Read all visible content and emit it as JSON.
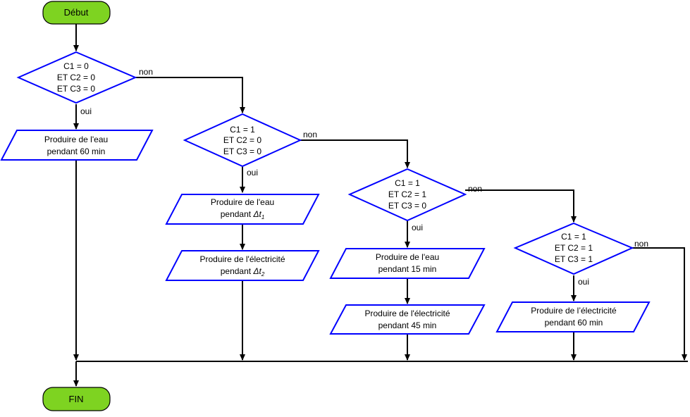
{
  "start": {
    "label": "Début"
  },
  "end": {
    "label": "FIN"
  },
  "decisions": [
    {
      "lines": [
        "C1 = 0",
        "ET C2 = 0",
        "ET C3 = 0"
      ],
      "yes_label": "oui",
      "no_label": "non"
    },
    {
      "lines": [
        "C1 = 1",
        "ET C2 = 0",
        "ET C3 = 0"
      ],
      "yes_label": "oui",
      "no_label": "non"
    },
    {
      "lines": [
        "C1 = 1",
        "ET C2 = 1",
        "ET C3 = 0"
      ],
      "yes_label": "oui",
      "no_label": "non"
    },
    {
      "lines": [
        "C1 = 1",
        "ET C2 = 1",
        "ET C3 = 1"
      ],
      "yes_label": "oui",
      "no_label": "non"
    }
  ],
  "actions": [
    {
      "line1": "Produire de l'eau",
      "line2_prefix": "pendant 60 min",
      "delta_sub": ""
    },
    {
      "line1": "Produire de l'eau",
      "line2_prefix": "pendant ",
      "delta_sub": "1"
    },
    {
      "line1": "Produire de l'électricité",
      "line2_prefix": "pendant ",
      "delta_sub": "2"
    },
    {
      "line1": "Produire de l'eau",
      "line2_prefix": "pendant 15 min",
      "delta_sub": ""
    },
    {
      "line1": "Produire de l'électricité",
      "line2_prefix": "pendant 45 min",
      "delta_sub": ""
    },
    {
      "line1": "Produire de l’électricité",
      "line2_prefix": "pendant 60 min",
      "delta_sub": ""
    }
  ],
  "delta_symbol": "Δt",
  "colors": {
    "terminal_fill": "#7ED321",
    "shape_stroke": "#0000FF",
    "arrow": "#000000"
  }
}
